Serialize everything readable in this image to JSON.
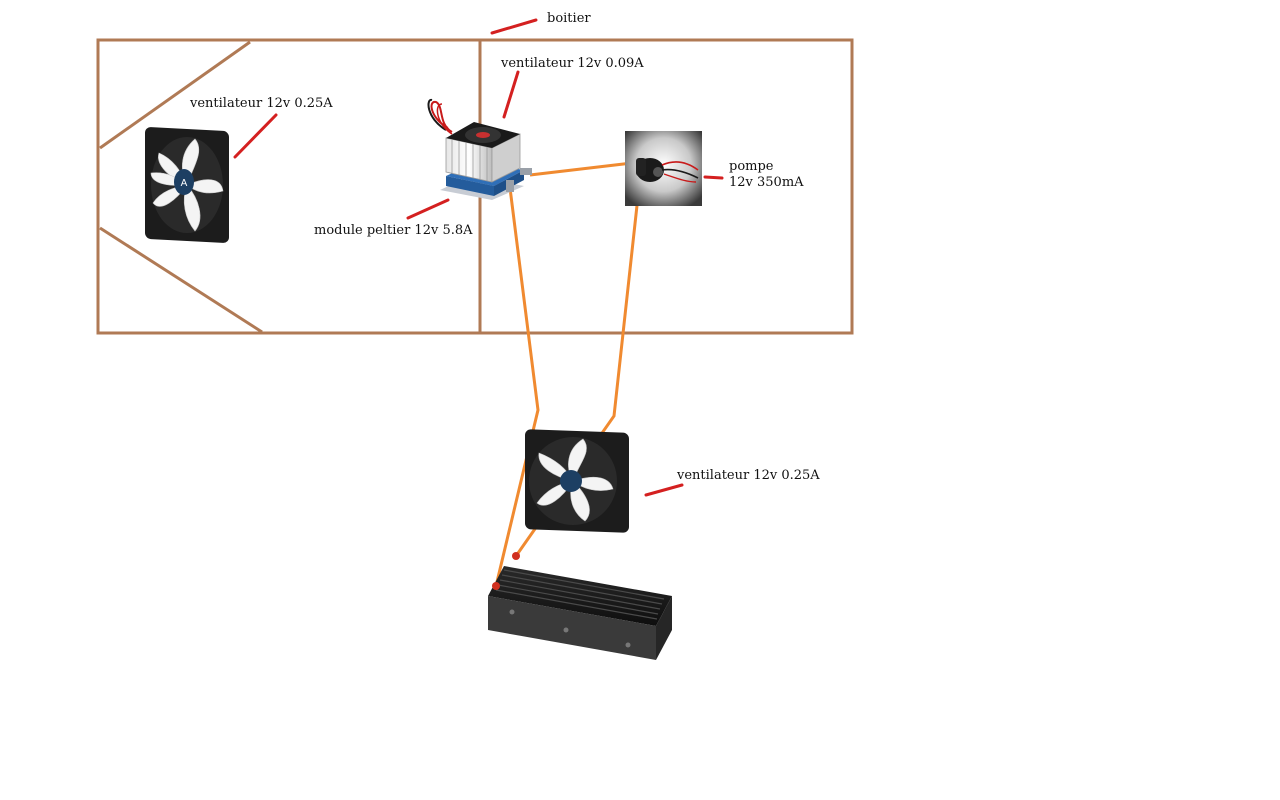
{
  "colors": {
    "enclosure": "#b07a55",
    "tubing": "#f08a30",
    "leader": "#d42020",
    "fan_frame": "#1c1c1c",
    "fan_blade": "#f4f4f4",
    "fan_hub": "#1d3f63",
    "radiator": "#1e1e1e"
  },
  "labels": {
    "enclosure": "boitier",
    "small_fan": "ventilateur 12v 0.09A",
    "case_fan": "ventilateur 12v 0.25A",
    "peltier": "module peltier 12v 5.8A",
    "pump_name": "pompe",
    "pump_spec": "12v 350mA",
    "radiator_fan": "ventilateur 12v 0.25A"
  },
  "icons": {
    "case_fan": "case-fan-icon",
    "peltier": "peltier-module-icon",
    "pump": "pump-icon",
    "radiator_fan": "radiator-fan-icon",
    "radiator": "radiator-icon"
  }
}
